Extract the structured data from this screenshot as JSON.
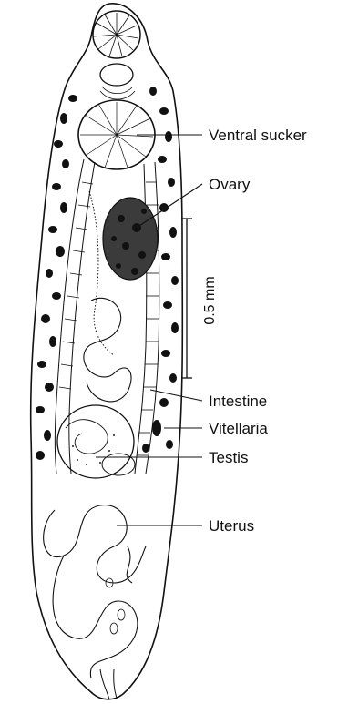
{
  "figure": {
    "labels": {
      "ventral_sucker": "Ventral sucker",
      "ovary": "Ovary",
      "intestine": "Intestine",
      "vitellaria": "Vitellaria",
      "testis": "Testis",
      "uterus": "Uterus"
    },
    "scale_bar": {
      "label": "0.5 mm"
    }
  }
}
